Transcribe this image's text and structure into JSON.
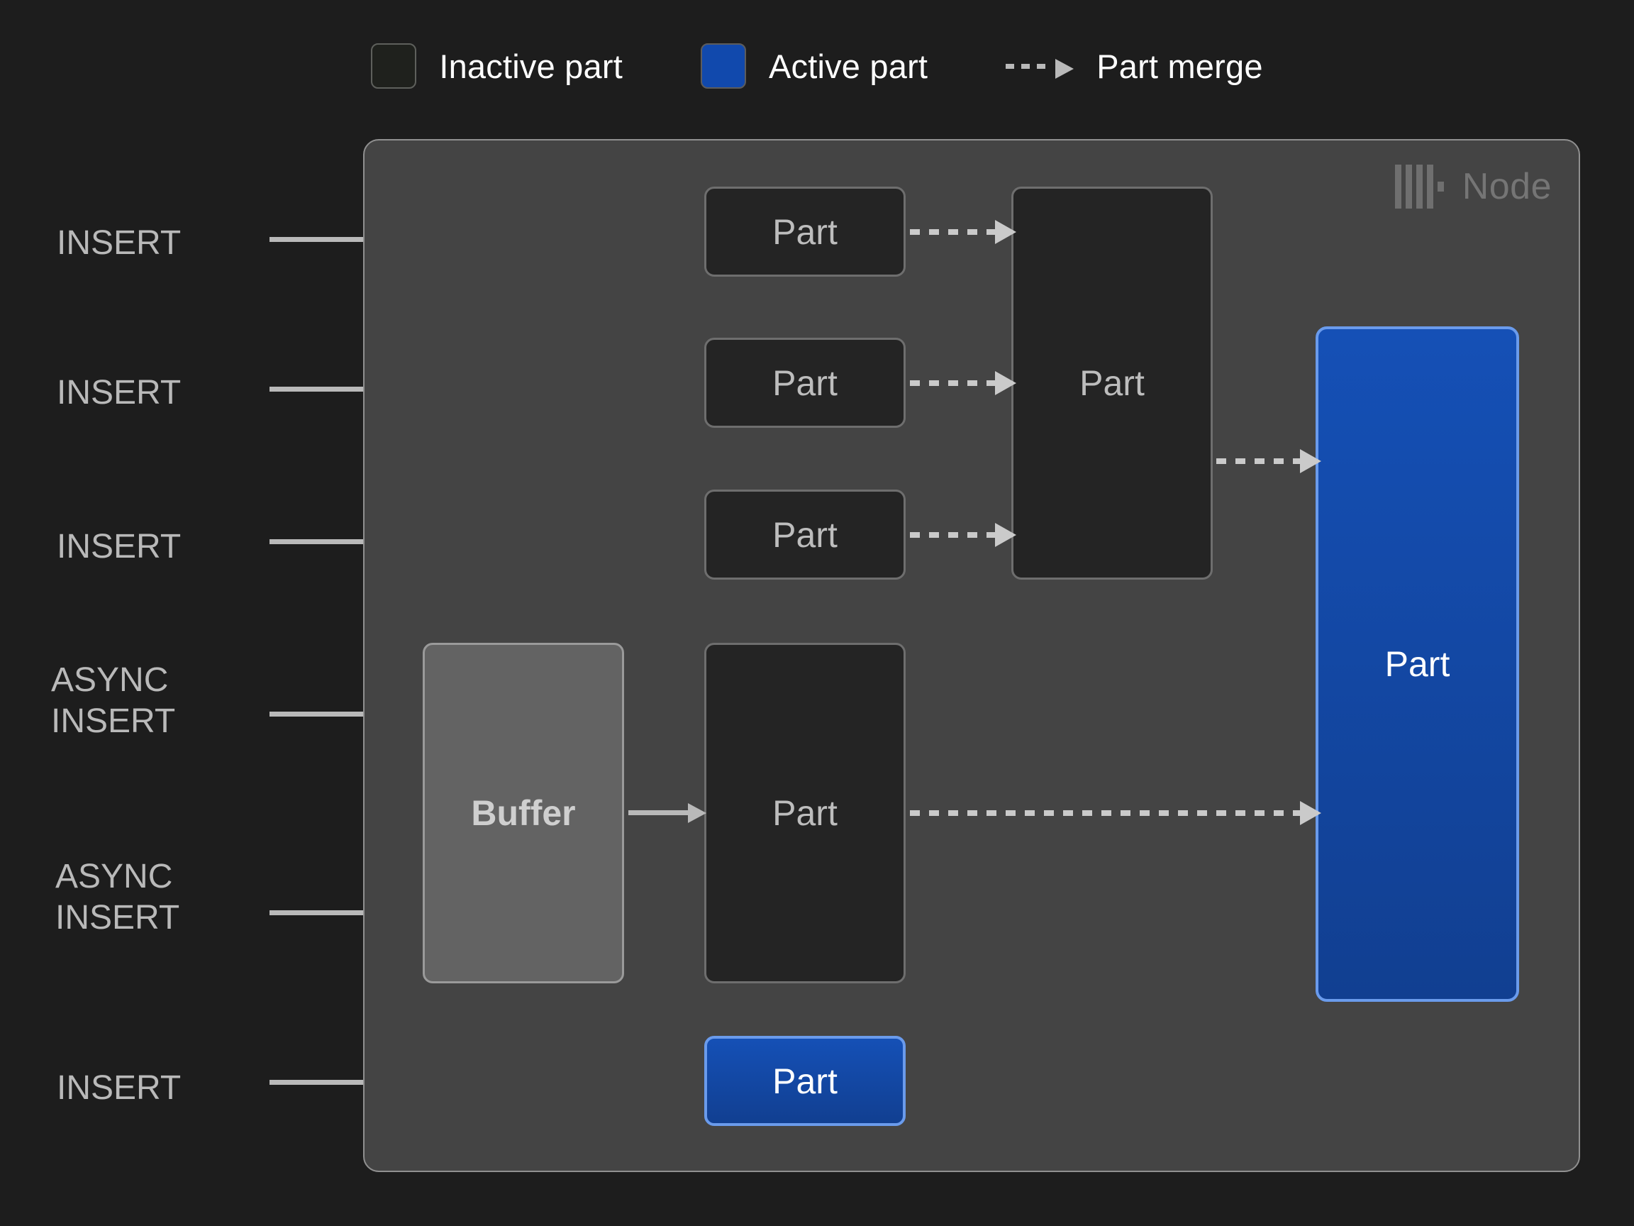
{
  "legend": {
    "items": [
      {
        "id": "inactive-part",
        "label": "Inactive part",
        "swatch": "inactive",
        "color": "#1f211d"
      },
      {
        "id": "active-part",
        "label": "Active part",
        "swatch": "active",
        "color": "#1149ad"
      },
      {
        "id": "part-merge",
        "label": "Part merge",
        "swatch": "dashed-arrow",
        "color": "#b9b9b9"
      }
    ]
  },
  "node": {
    "label": "Node",
    "icon": "clickhouse-logo-icon",
    "panel_color": "#444444",
    "border_color": "#909090"
  },
  "sources": [
    {
      "id": "insert-1",
      "label": "INSERT"
    },
    {
      "id": "insert-2",
      "label": "INSERT"
    },
    {
      "id": "insert-3",
      "label": "INSERT"
    },
    {
      "id": "async-insert-1",
      "label": "ASYNC\nINSERT"
    },
    {
      "id": "async-insert-2",
      "label": "ASYNC\nINSERT"
    },
    {
      "id": "insert-4",
      "label": "INSERT"
    }
  ],
  "boxes": {
    "part_level1_a": {
      "label": "Part",
      "state": "inactive"
    },
    "part_level1_b": {
      "label": "Part",
      "state": "inactive"
    },
    "part_level1_c": {
      "label": "Part",
      "state": "inactive"
    },
    "part_merged": {
      "label": "Part",
      "state": "inactive"
    },
    "buffer": {
      "label": "Buffer",
      "state": "buffer"
    },
    "part_from_buffer": {
      "label": "Part",
      "state": "inactive"
    },
    "part_active_big": {
      "label": "Part",
      "state": "active"
    },
    "part_active_small": {
      "label": "Part",
      "state": "active"
    }
  },
  "colors": {
    "page_background": "#1d1d1d",
    "panel_background": "#444444",
    "inactive_fill": "#242424",
    "inactive_border": "#6e6e6e",
    "buffer_fill": "#636363",
    "active_fill": "#1149ad",
    "active_border": "#6a9bec",
    "arrow": "#b9b9b9",
    "text_muted": "#b9b9b9",
    "node_label": "#757575"
  }
}
